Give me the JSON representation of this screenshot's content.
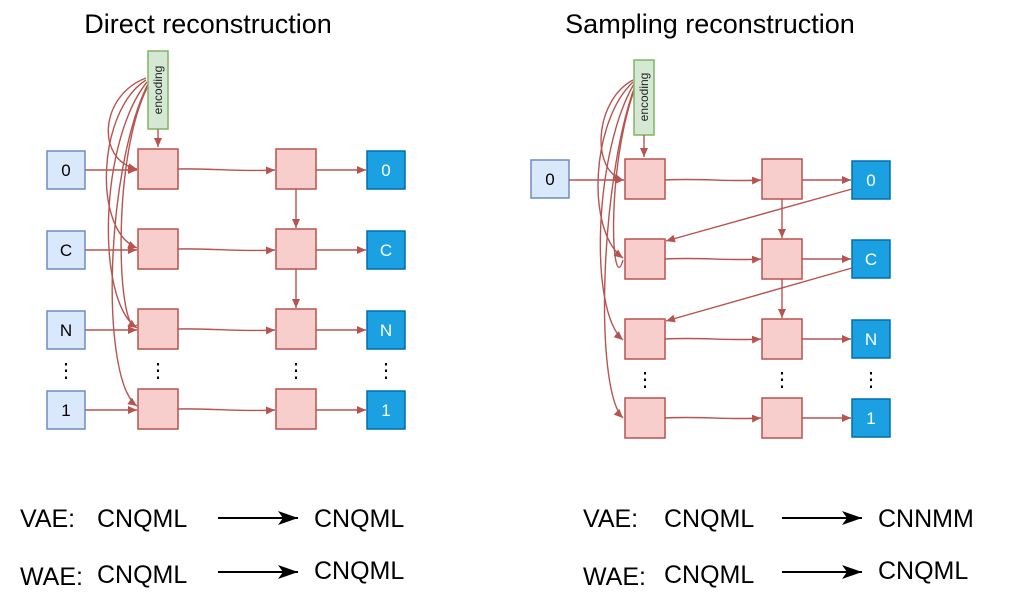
{
  "panels": [
    {
      "title": "Direct reconstruction",
      "encoding_label": "encoding",
      "inputs": [
        "0",
        "C",
        "N",
        "1"
      ],
      "outputs": [
        "0",
        "C",
        "N",
        "1"
      ],
      "ellipsis": "⋮",
      "captions": [
        {
          "model": "VAE:",
          "input": "CNQML",
          "output": "CNQML"
        },
        {
          "model": "WAE:",
          "input": "CNQML",
          "output": "CNQML"
        }
      ]
    },
    {
      "title": "Sampling reconstruction",
      "encoding_label": "encoding",
      "inputs": [
        "0"
      ],
      "outputs": [
        "0",
        "C",
        "N",
        "1"
      ],
      "ellipsis": "⋮",
      "captions": [
        {
          "model": "VAE:",
          "input": "CNQML",
          "output": "CNNMM"
        },
        {
          "model": "WAE:",
          "input": "CNQML",
          "output": "CNQML"
        }
      ]
    }
  ],
  "colors": {
    "input_fill": "#dae8fc",
    "input_stroke": "#6c8ebf",
    "cell_fill": "#f8cecc",
    "cell_stroke": "#b85450",
    "output_fill": "#1ba1e2",
    "output_stroke": "#006eaf",
    "encoding_fill": "#d5e8d4",
    "encoding_stroke": "#82b366",
    "arrow": "#b85450"
  }
}
